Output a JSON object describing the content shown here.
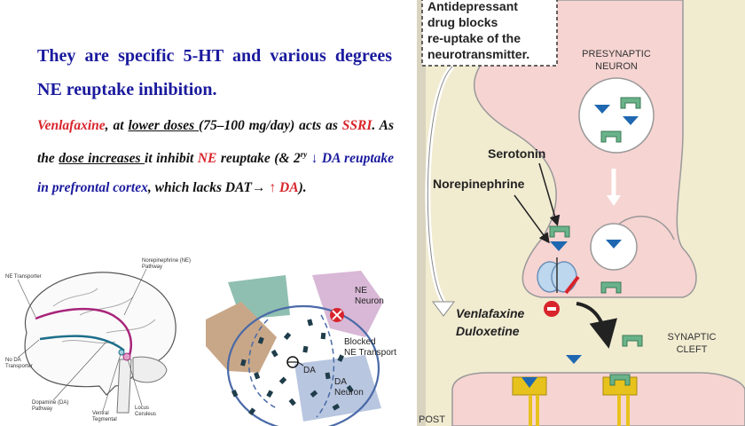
{
  "slide": {
    "heading": "They are specific 5-HT and various degrees NE reuptake inhibition.",
    "para": {
      "venlafaxine": "Venlafaxine",
      "t1": ", at ",
      "lower_doses": "lower doses ",
      "t2": "(75–100 mg/day) acts as ",
      "ssri": "SSRI",
      "t3": ". As the ",
      "dose_increases": "dose increases ",
      "t4": "it inhibit ",
      "ne": "NE",
      "t5": " reuptake (& 2",
      "ry": "ry",
      "t6": " ",
      "down_arrow": "↓",
      "t7": " DA reuptake in prefrontal cortex",
      "t8": ", which lacks DAT→ ",
      "up_arrow": "↑",
      "t9": " DA",
      "t10": ")."
    }
  },
  "synapse": {
    "box_line1": "Antidepressant",
    "box_line2": "drug blocks",
    "box_line3": "re-uptake of the",
    "box_line4": "neurotransmitter.",
    "presynaptic_line1": "PRESYNAPTIC",
    "presynaptic_line2": "NEURON",
    "serotonin": "Serotonin",
    "norepinephrine": "Norepinephrine",
    "drug1": "Venlafaxine",
    "drug2": "Duloxetine",
    "cleft_line1": "SYNAPTIC",
    "cleft_line2": "CLEFT",
    "post": "POST"
  },
  "brain": {
    "ne_pathway_line1": "Norepinephrine (NE)",
    "ne_pathway_line2": "Pathway",
    "ne_transporter": "NE Transporter",
    "no_da_line1": "No DA",
    "no_da_line2": "Transporter",
    "da_pathway_line1": "Dopamine (DA)",
    "da_pathway_line2": "Pathway",
    "ventral_line1": "Ventral",
    "ventral_line2": "Tegmental",
    "locus_line1": "Locus",
    "locus_line2": "Ceruleus"
  },
  "dane": {
    "ne_neuron_line1": "NE",
    "ne_neuron_line2": "Neuron",
    "blocked_line1": "Blocked",
    "blocked_line2": "NE Transport",
    "da_label": "DA",
    "da_neuron_line1": "DA",
    "da_neuron_line2": "Neuron"
  },
  "colors": {
    "heading_blue": "#1a1a9e",
    "accent_red": "#d8242b",
    "neuron_pink": "#f6d4d2",
    "vesicle_green": "#6ab38a",
    "transmitter_blue": "#1f67b0",
    "receptor_yellow": "#e8c21c"
  }
}
